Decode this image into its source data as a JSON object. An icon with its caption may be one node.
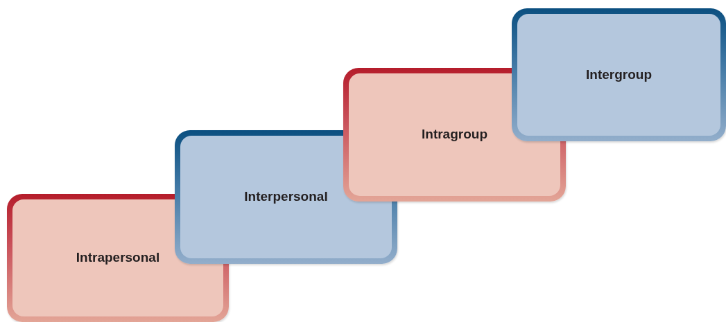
{
  "diagram": {
    "nodes": [
      {
        "text": [
          "Intrapersonal"
        ]
      },
      {
        "text": [
          "Interpersonal"
        ]
      },
      {
        "text": [
          "Intragroup"
        ]
      },
      {
        "text": [
          "Intergroup"
        ]
      }
    ]
  }
}
